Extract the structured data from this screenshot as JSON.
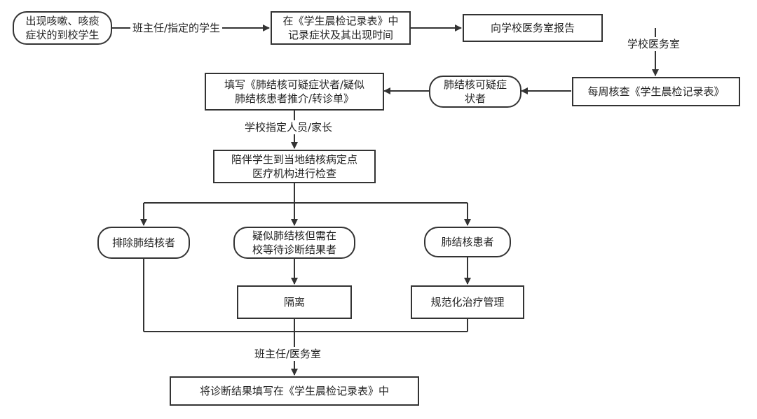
{
  "nodes": {
    "n1": {
      "line1": "出现咳嗽、咳痰",
      "line2": "症状的到校学生"
    },
    "n2": {
      "line1": "在《学生晨检记录表》中",
      "line2": "记录症状及其出现时间"
    },
    "n3": {
      "text": "向学校医务室报告"
    },
    "n4": {
      "text": "每周核查《学生晨检记录表》"
    },
    "n5": {
      "line1": "肺结核可疑症",
      "line2": "状者"
    },
    "n6": {
      "line1": "填写《肺结核可疑症状者/疑似",
      "line2": "肺结核患者推介/转诊单》"
    },
    "n7": {
      "line1": "陪伴学生到当地结核病定点",
      "line2": "医疗机构进行检查"
    },
    "n8": {
      "text": "排除肺结核者"
    },
    "n9": {
      "line1": "疑似肺结核但需在",
      "line2": "校等待诊断结果者"
    },
    "n10": {
      "text": "肺结核患者"
    },
    "n11": {
      "text": "隔离"
    },
    "n12": {
      "text": "规范化治疗管理"
    },
    "n13": {
      "text": "将诊断结果填写在《学生晨检记录表》中"
    }
  },
  "edge_labels": {
    "e1": "班主任/指定的学生",
    "e3": "学校医务室",
    "e6": "学校指定人员/家长",
    "e13": "班主任/医务室"
  }
}
